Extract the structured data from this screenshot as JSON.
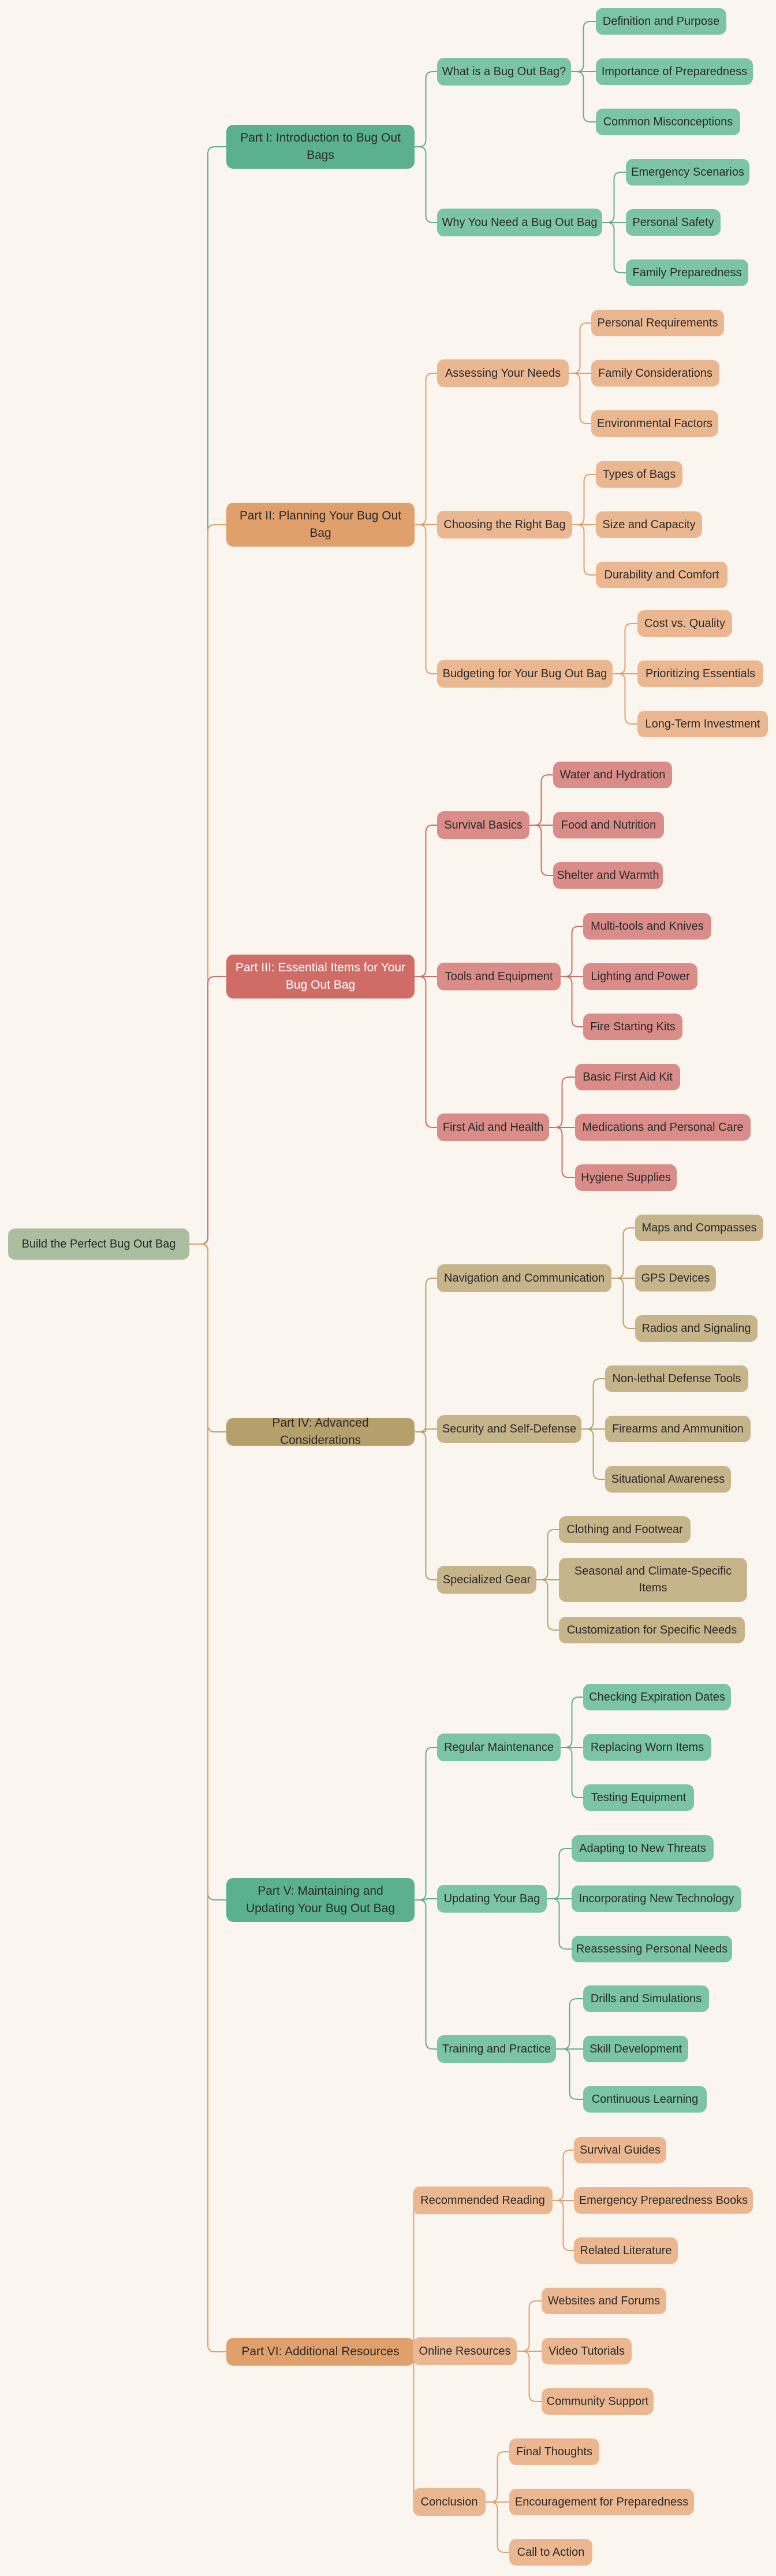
{
  "root": {
    "label": "Build the Perfect Bug Out Bag",
    "color": "#a9bfa0"
  },
  "parts": [
    {
      "label": "Part I: Introduction to Bug Out Bags",
      "color": "#5bb08f",
      "sub_color": "#7cc4a6",
      "line_color": "#62ad90",
      "children": [
        {
          "label": "What is a Bug Out Bag?",
          "children": [
            "Definition and Purpose",
            "Importance of Preparedness",
            "Common Misconceptions"
          ]
        },
        {
          "label": "Why You Need a Bug Out Bag",
          "children": [
            "Emergency Scenarios",
            "Personal Safety",
            "Family Preparedness"
          ]
        }
      ]
    },
    {
      "label": "Part II: Planning Your Bug Out Bag",
      "color": "#e0a06c",
      "sub_color": "#ebb791",
      "line_color": "#dea06f",
      "children": [
        {
          "label": "Assessing Your Needs",
          "children": [
            "Personal Requirements",
            "Family Considerations",
            "Environmental Factors"
          ]
        },
        {
          "label": "Choosing the Right Bag",
          "children": [
            "Types of Bags",
            "Size and Capacity",
            "Durability and Comfort"
          ]
        },
        {
          "label": "Budgeting for Your Bug Out Bag",
          "children": [
            "Cost vs. Quality",
            "Prioritizing Essentials",
            "Long-Term Investment"
          ]
        }
      ]
    },
    {
      "label": "Part III: Essential Items for Your Bug Out Bag",
      "color": "#cf6c66",
      "sub_color": "#d98c88",
      "line_color": "#cf6e68",
      "children": [
        {
          "label": "Survival Basics",
          "children": [
            "Water and Hydration",
            "Food and Nutrition",
            "Shelter and Warmth"
          ]
        },
        {
          "label": "Tools and Equipment",
          "children": [
            "Multi-tools and Knives",
            "Lighting and Power",
            "Fire Starting Kits"
          ]
        },
        {
          "label": "First Aid and Health",
          "children": [
            "Basic First Aid Kit",
            "Medications and Personal Care",
            "Hygiene Supplies"
          ]
        }
      ]
    },
    {
      "label": "Part IV: Advanced Considerations",
      "color": "#b5a06c",
      "sub_color": "#c6b48a",
      "line_color": "#b8a26c",
      "children": [
        {
          "label": "Navigation and Communication",
          "children": [
            "Maps and Compasses",
            "GPS Devices",
            "Radios and Signaling"
          ]
        },
        {
          "label": "Security and Self-Defense",
          "children": [
            "Non-lethal Defense Tools",
            "Firearms and Ammunition",
            "Situational Awareness"
          ]
        },
        {
          "label": "Specialized Gear",
          "children": [
            "Clothing and Footwear",
            "Seasonal and Climate-Specific Items",
            "Customization for Specific Needs"
          ]
        }
      ]
    },
    {
      "label": "Part V: Maintaining and Updating Your Bug Out Bag",
      "color": "#5bb08f",
      "sub_color": "#7cc4a6",
      "line_color": "#62ad90",
      "children": [
        {
          "label": "Regular Maintenance",
          "children": [
            "Checking Expiration Dates",
            "Replacing Worn Items",
            "Testing Equipment"
          ]
        },
        {
          "label": "Updating Your Bag",
          "children": [
            "Adapting to New Threats",
            "Incorporating New Technology",
            "Reassessing Personal Needs"
          ]
        },
        {
          "label": "Training and Practice",
          "children": [
            "Drills and Simulations",
            "Skill Development",
            "Continuous Learning"
          ]
        }
      ]
    },
    {
      "label": "Part VI: Additional Resources",
      "color": "#e0a06c",
      "sub_color": "#ebb791",
      "line_color": "#dea06f",
      "children": [
        {
          "label": "Recommended Reading",
          "children": [
            "Survival Guides",
            "Emergency Preparedness Books",
            "Related Literature"
          ]
        },
        {
          "label": "Online Resources",
          "children": [
            "Websites and Forums",
            "Video Tutorials",
            "Community Support"
          ]
        },
        {
          "label": "Conclusion",
          "children": [
            "Final Thoughts",
            "Encouragement for Preparedness",
            "Call to Action"
          ]
        }
      ]
    }
  ]
}
